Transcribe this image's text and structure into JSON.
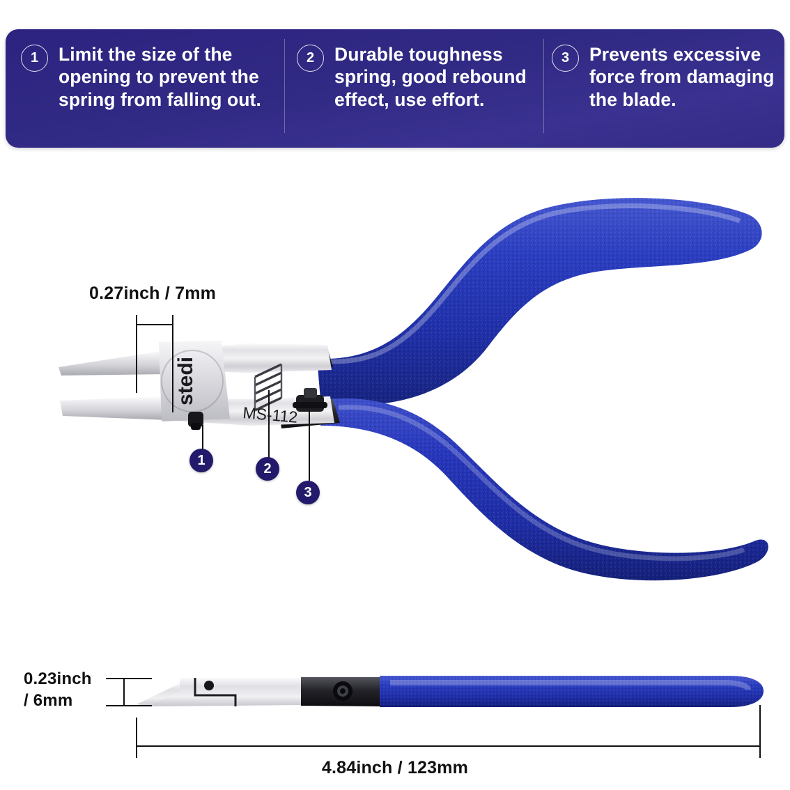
{
  "banner": {
    "features": [
      {
        "number": "1",
        "text": "Limit the size of the\nopening to prevent the\nspring from falling out."
      },
      {
        "number": "2",
        "text": "Durable toughness\nspring, good rebound\neffect, use effort."
      },
      {
        "number": "3",
        "text": "Prevents excessive\nforce from damaging\nthe blade."
      }
    ]
  },
  "dimensions": {
    "jaw_opening": "0.27inch / 7mm",
    "head_thickness": "0.23inch\n/ 6mm",
    "total_length": "4.84inch / 123mm"
  },
  "callouts": [
    {
      "number": "1"
    },
    {
      "number": "2"
    },
    {
      "number": "3"
    }
  ],
  "product": {
    "brand": "stedi",
    "model": "MS-112"
  },
  "colors": {
    "banner_navy": "#312a84",
    "badge_navy": "#231a6b",
    "handle_blue": "#2438b8",
    "steel_light": "#e8e8ea",
    "steel_dark": "#2b2b2f",
    "text_dark": "#111111"
  }
}
